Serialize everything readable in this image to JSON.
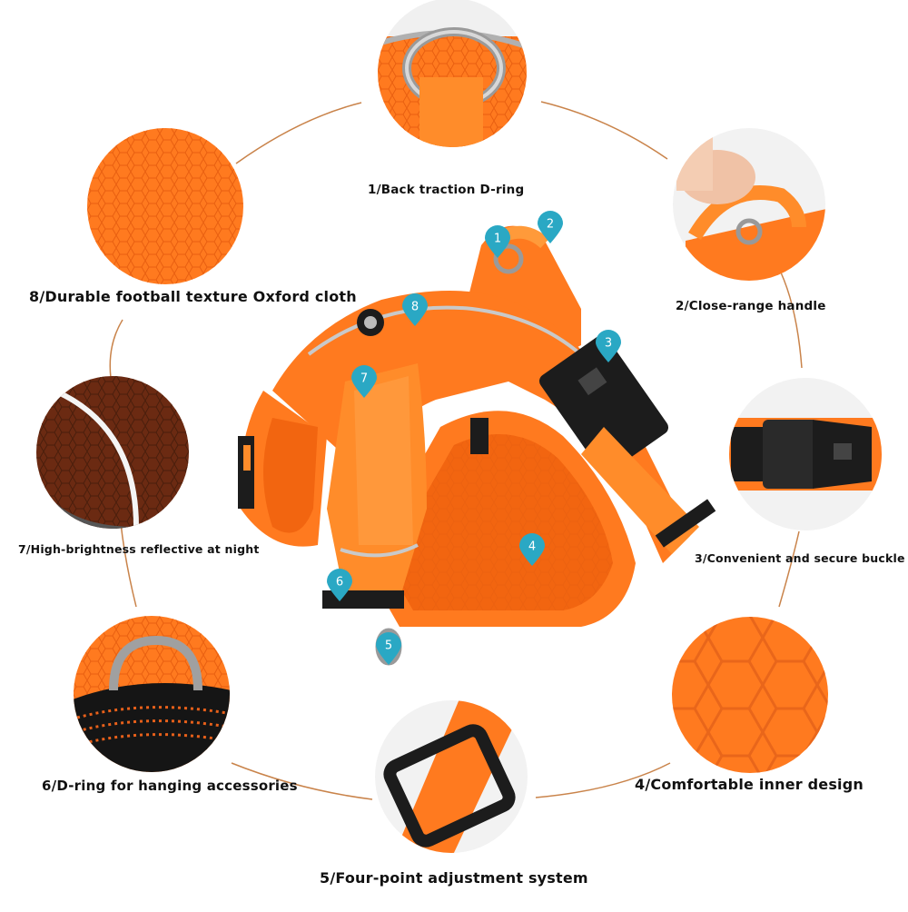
{
  "labels": {
    "l1": "1/Back traction D-ring",
    "l2": "2/Close-range handle",
    "l3": "3/Convenient and secure buckle",
    "l4": "4/Comfortable inner design",
    "l5": "5/Four-point adjustment system",
    "l6": "6/D-ring for hanging accessories",
    "l7": "7/High-brightness reflective at night",
    "l8": "8/Durable football texture Oxford cloth"
  },
  "markers": [
    "1",
    "2",
    "3",
    "4",
    "5",
    "6",
    "7",
    "8"
  ],
  "colors": {
    "harness_orange": "#ff7a1f",
    "marker_teal": "#2aa8c4",
    "connector_line": "#c9834a",
    "buckle_black": "#1c1c1c"
  }
}
